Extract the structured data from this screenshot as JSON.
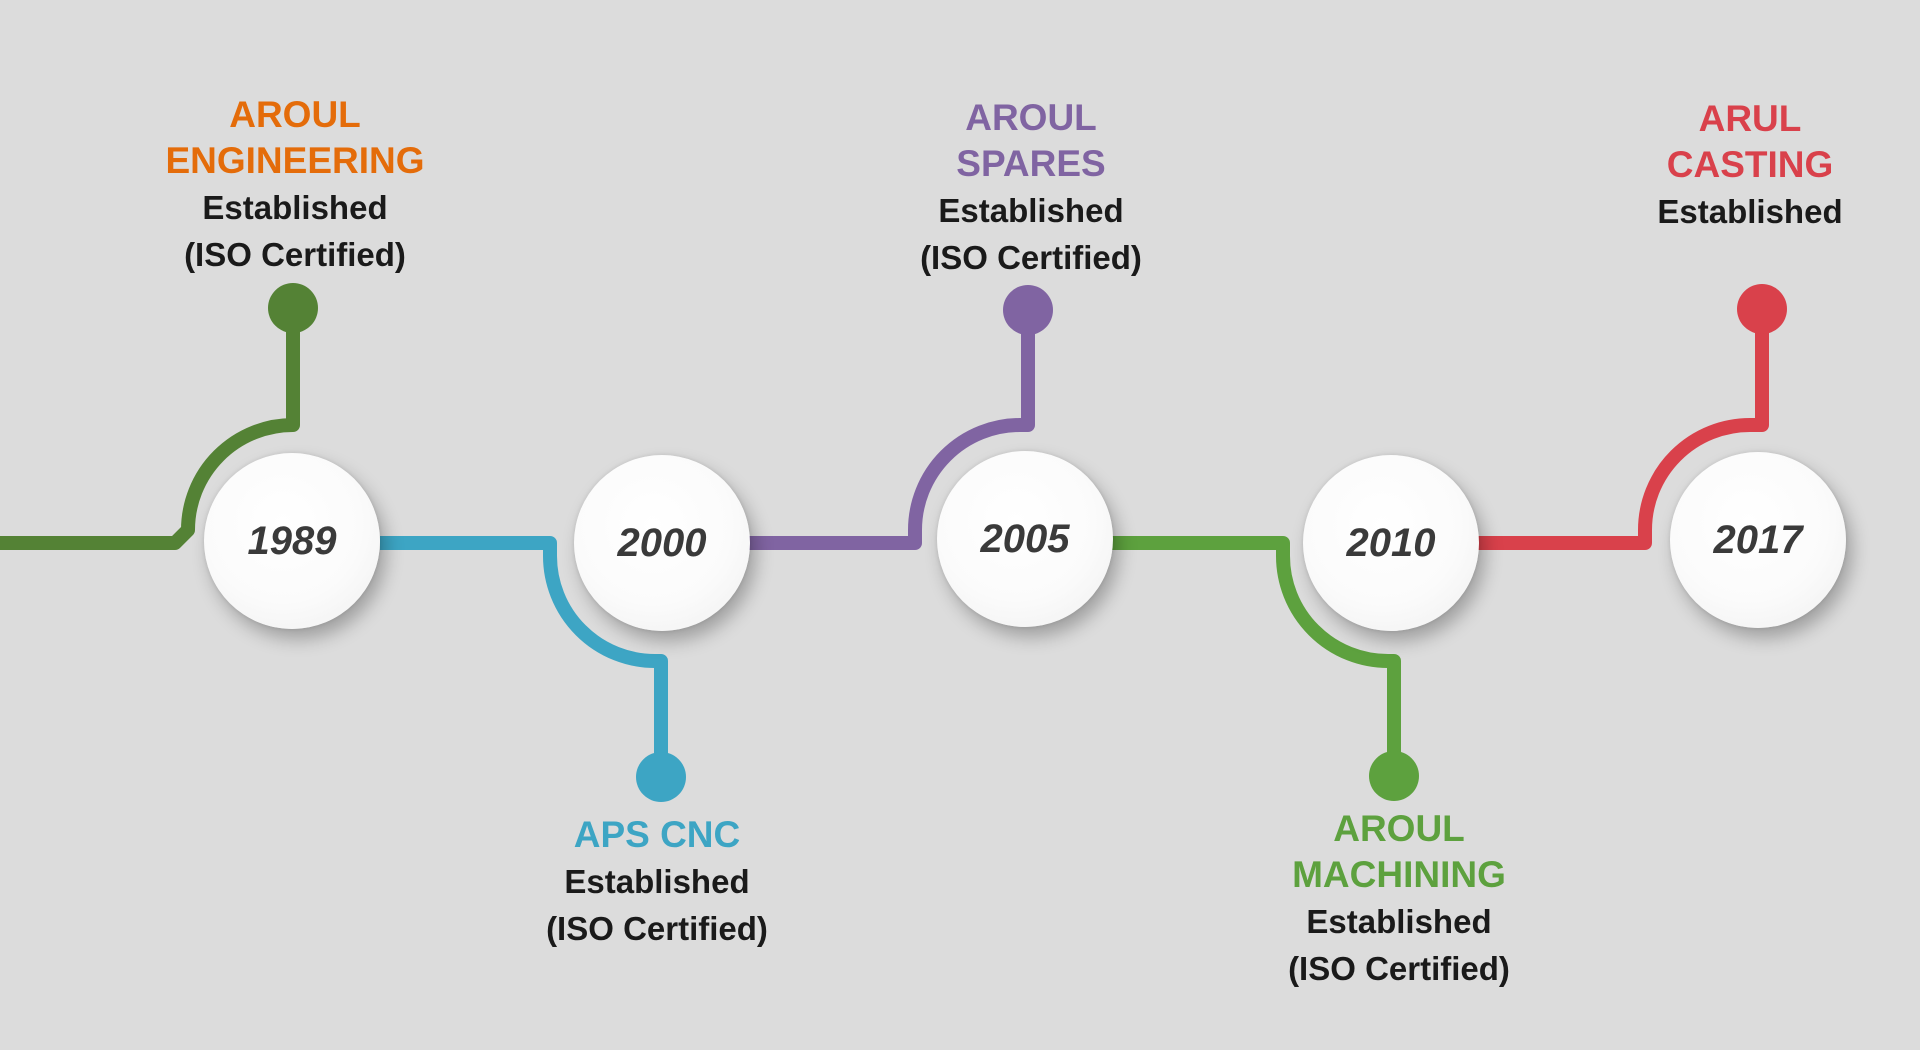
{
  "colors": {
    "background": "#dcdcdc",
    "green_dark": "#548235",
    "teal": "#3da5c4",
    "purple": "#8064a2",
    "green_light": "#5da13e",
    "red": "#d9414b",
    "orange": "#e46c0a",
    "text_dark": "#1a1a1a",
    "year_text": "#3a3a3a"
  },
  "milestones": [
    {
      "year": "1989",
      "name_line1": "AROUL",
      "name_line2": "ENGINEERING",
      "status_line1": "Established",
      "status_line2": "(ISO Certified)",
      "position": "above",
      "name_color": "#e46c0a",
      "line_color": "#548235"
    },
    {
      "year": "2000",
      "name_line1": "APS CNC",
      "name_line2": "",
      "status_line1": "Established",
      "status_line2": "(ISO Certified)",
      "position": "below",
      "name_color": "#3da5c4",
      "line_color": "#3da5c4"
    },
    {
      "year": "2005",
      "name_line1": "AROUL",
      "name_line2": "SPARES",
      "status_line1": "Established",
      "status_line2": "(ISO Certified)",
      "position": "above",
      "name_color": "#8064a2",
      "line_color": "#8064a2"
    },
    {
      "year": "2010",
      "name_line1": "AROUL",
      "name_line2": "MACHINING",
      "status_line1": "Established",
      "status_line2": "(ISO Certified)",
      "position": "below",
      "name_color": "#5da13e",
      "line_color": "#5da13e"
    },
    {
      "year": "2017",
      "name_line1": "ARUL",
      "name_line2": "CASTING",
      "status_line1": "Established",
      "status_line2": "",
      "position": "above",
      "name_color": "#d9414b",
      "line_color": "#d9414b"
    }
  ]
}
